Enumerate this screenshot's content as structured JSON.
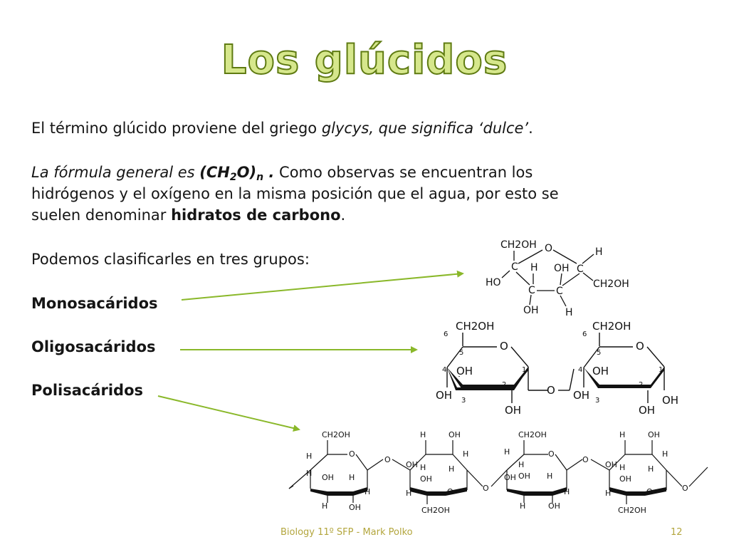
{
  "slide": {
    "title": "Los glúcidos",
    "intro": {
      "t1": "El término glúcido proviene del griego ",
      "t2": "glycys, que significa ‘dulce’",
      "t3": "."
    },
    "formula_para": {
      "t1": "La fórmula general es ",
      "f1": "(CH",
      "f2": "2",
      "f3": "O)",
      "f4": "n",
      "f5": " .",
      "t2": " Como observas se encuentran los",
      "line2": "hidrógenos y el oxígeno en la misma posición que el agua, por esto se",
      "t3": "suelen denominar ",
      "t4": "hidratos de carbono",
      "t5": "."
    },
    "classify": "Podemos clasificarles en tres grupos:",
    "groups": {
      "mono": "Monosacáridos",
      "oligo": "Oligosacáridos",
      "poli": "Polisacáridos"
    },
    "footer": {
      "credit": "Biology 11º SFP - Mark Polko",
      "page": "12"
    }
  },
  "molecules": {
    "mono": {
      "ch2oh_top": "CH2OH",
      "o": "O",
      "h_right": "H",
      "c1": "C",
      "h1": "H",
      "oh1": "OH",
      "c2": "C",
      "ho": "HO",
      "c3": "C",
      "c4": "C",
      "ch2oh_right": "CH2OH",
      "oh_bottom": "OH",
      "h_bottom": "H"
    },
    "oligo": {
      "left": {
        "ch2oh": "CH2OH",
        "n6": "6",
        "n5": "5",
        "o": "O",
        "n4": "4",
        "oh": "OH",
        "n3": "3",
        "n2": "2",
        "n1": "1",
        "oh_left": "OH",
        "oh_bottom": "OH"
      },
      "bridge_o": "O",
      "right": {
        "ch2oh": "CH2OH",
        "n6": "6",
        "n5": "5",
        "o": "O",
        "n4": "4",
        "oh": "OH",
        "n3": "3",
        "n2": "2",
        "n1": "1",
        "oh_left": "OH",
        "oh_bottom": "OH",
        "oh_right": "OH"
      }
    },
    "poly": {
      "ch2oh": "CH2OH",
      "h": "H",
      "oh": "OH",
      "o": "O"
    }
  }
}
